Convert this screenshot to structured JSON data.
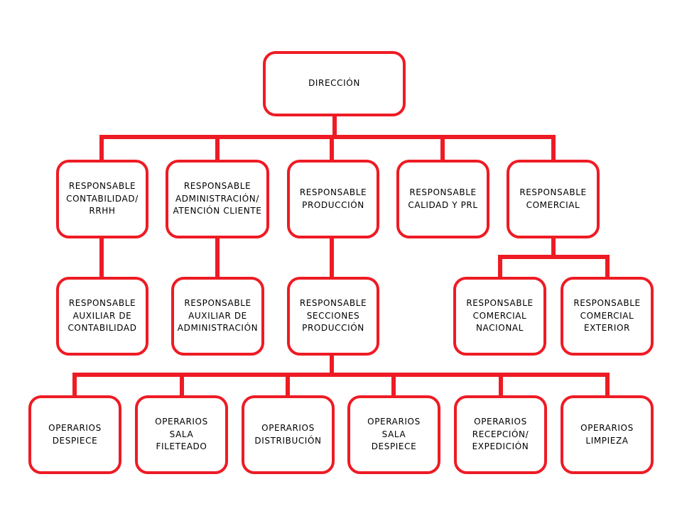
{
  "colors": {
    "line": "#ee1b24",
    "box_fill": "#ffffff",
    "text": "#000000"
  },
  "nodes": {
    "direccion": "DIRECCIÓN",
    "resp_contabilidad": "RESPONSABLE\nCONTABILIDAD/\nRRHH",
    "resp_administracion": "RESPONSABLE\nADMINISTRACIÓN/\nATENCIÓN CLIENTE",
    "resp_produccion": "RESPONSABLE\nPRODUCCIÓN",
    "resp_calidad": "RESPONSABLE\nCALIDAD Y PRL",
    "resp_comercial": "RESPONSABLE\nCOMERCIAL",
    "aux_contabilidad": "RESPONSABLE\nAUXILIAR DE\nCONTABILIDAD",
    "aux_administracion": "RESPONSABLE\nAUXILIAR DE\nADMINISTRACIÓN",
    "secciones_produccion": "RESPONSABLE\nSECCIONES\nPRODUCCIÓN",
    "comercial_nacional": "RESPONSABLE\nCOMERCIAL\nNACIONAL",
    "comercial_exterior": "RESPONSABLE\nCOMERCIAL\nEXTERIOR",
    "op_despiece": "OPERARIOS\nDESPIECE",
    "op_sala_fileteado": "OPERARIOS\nSALA\nFILETEADO",
    "op_distribucion": "OPERARIOS\nDISTRIBUCIÓN",
    "op_sala_despiece": "OPERARIOS\nSALA\nDESPIECE",
    "op_recepcion": "OPERARIOS\nRECEPCIÓN/\nEXPEDICIÓN",
    "op_limpieza": "OPERARIOS\nLIMPIEZA"
  },
  "edges": [
    [
      "direccion",
      "resp_contabilidad"
    ],
    [
      "direccion",
      "resp_administracion"
    ],
    [
      "direccion",
      "resp_produccion"
    ],
    [
      "direccion",
      "resp_calidad"
    ],
    [
      "direccion",
      "resp_comercial"
    ],
    [
      "resp_contabilidad",
      "aux_contabilidad"
    ],
    [
      "resp_administracion",
      "aux_administracion"
    ],
    [
      "resp_produccion",
      "secciones_produccion"
    ],
    [
      "resp_comercial",
      "comercial_nacional"
    ],
    [
      "resp_comercial",
      "comercial_exterior"
    ],
    [
      "secciones_produccion",
      "op_despiece"
    ],
    [
      "secciones_produccion",
      "op_sala_fileteado"
    ],
    [
      "secciones_produccion",
      "op_distribucion"
    ],
    [
      "secciones_produccion",
      "op_sala_despiece"
    ],
    [
      "secciones_produccion",
      "op_recepcion"
    ],
    [
      "secciones_produccion",
      "op_limpieza"
    ]
  ]
}
